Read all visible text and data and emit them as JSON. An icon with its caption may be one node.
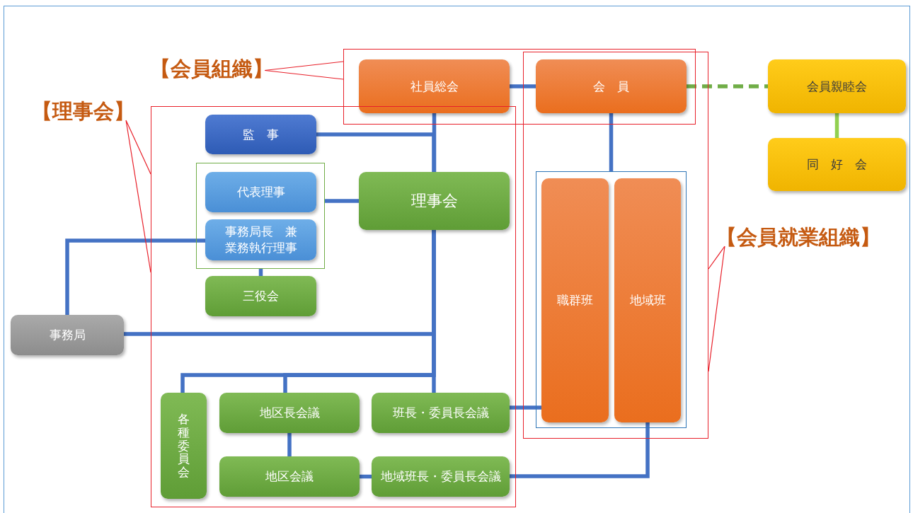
{
  "diagram": {
    "nodes": [
      {
        "text": [
          "【会員組織】"
        ]
      },
      {
        "text": [],
        "shape": "box"
      },
      {
        "text": [
          "社員総会"
        ],
        "in": 1
      },
      {
        "text": [],
        "shape": "box"
      },
      {
        "text": [
          "会　員"
        ]
      },
      {
        "text": [
          "会員親睦会"
        ]
      },
      {
        "text": [
          "【理事会】"
        ]
      },
      {
        "text": [],
        "shape": "box"
      },
      {
        "text": [
          "監　事"
        ],
        "in": 7
      },
      {
        "text": [
          "同　好　会"
        ]
      },
      {
        "text": [],
        "shape": "box",
        "in": 7
      },
      {
        "text": [
          "代表理事"
        ],
        "in": 10
      },
      {
        "text": [
          "事務局長　兼業務執行理事"
        ],
        "in": 10
      },
      {
        "text": [
          "理事会"
        ],
        "in": 7
      },
      {
        "text": [
          "【会員就業組織】"
        ]
      },
      {
        "text": [],
        "shape": "box",
        "in": 3
      },
      {
        "text": [
          "職群班"
        ],
        "in": 15
      },
      {
        "text": [
          "地域班"
        ],
        "in": 15
      },
      {
        "text": [
          "三役会"
        ],
        "in": 7
      },
      {
        "text": [
          "事務局"
        ]
      },
      {
        "text": [
          "各種委員会"
        ],
        "in": 7
      },
      {
        "text": [
          "地区長会議"
        ],
        "in": 7
      },
      {
        "text": [
          "班長・委員長会議"
        ],
        "in": 7
      },
      {
        "text": [
          "地区会議"
        ],
        "in": 7
      },
      {
        "text": [
          "地域班長・委員長会議"
        ],
        "in": 7
      }
    ],
    "edges": [
      {
        "from": 2,
        "to": 4,
        "arrow": "none"
      },
      {
        "from": 2,
        "to": 13,
        "arrow": "none"
      },
      {
        "from": 8,
        "to": 13,
        "arrow": "none"
      },
      {
        "from": 10,
        "to": 13,
        "arrow": "none"
      },
      {
        "from": 12,
        "to": 19,
        "arrow": "none"
      },
      {
        "from": 10,
        "to": 18,
        "arrow": "none"
      },
      {
        "from": 13,
        "to": 22,
        "arrow": "none"
      },
      {
        "from": 19,
        "to": 13,
        "arrow": "none"
      },
      {
        "from": 13,
        "to": 20,
        "arrow": "none"
      },
      {
        "from": 13,
        "to": 21,
        "arrow": "none"
      },
      {
        "from": 21,
        "to": 23,
        "arrow": "none"
      },
      {
        "from": 23,
        "to": 24,
        "arrow": "none"
      },
      {
        "from": 22,
        "to": 16,
        "arrow": "none"
      },
      {
        "from": 24,
        "to": 17,
        "arrow": "none"
      },
      {
        "from": 4,
        "to": 15,
        "arrow": "none"
      },
      {
        "from": 4,
        "to": 5,
        "arrow": "none",
        "style": "dashed",
        "color": "#70ad47"
      },
      {
        "from": 5,
        "to": 9,
        "arrow": "none",
        "color": "#92d050"
      },
      {
        "from": 0,
        "to": 1,
        "arrow": "none",
        "color": "#e8202a"
      },
      {
        "from": 6,
        "to": 7,
        "arrow": "none",
        "color": "#e8202a"
      },
      {
        "from": 14,
        "to": 3,
        "arrow": "none",
        "color": "#e8202a"
      }
    ]
  }
}
